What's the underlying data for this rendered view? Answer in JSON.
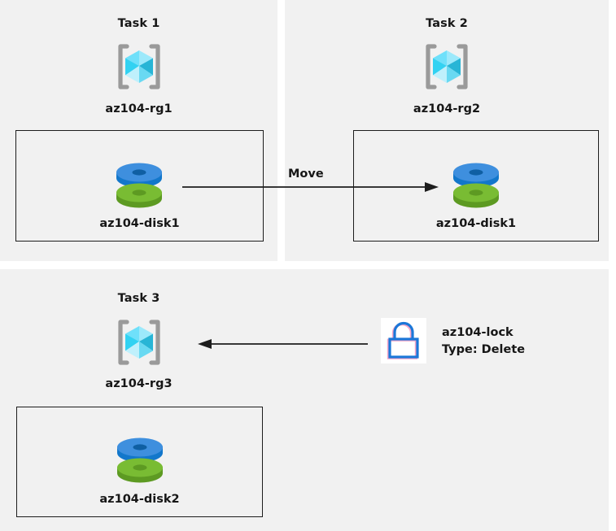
{
  "diagram": {
    "type": "azure-resource-diagram",
    "background_color": "#ffffff",
    "panel_color": "#f1f1f1",
    "accent_colors": {
      "cube_light": "#9CE9FB",
      "cube_mid": "#32D2F2",
      "cube_dark": "#28B5D6",
      "bracket_gray": "#9A9A9A",
      "disk_blue_top": "#3E8FDE",
      "disk_blue_side": "#1277CB",
      "disk_green_top": "#79BC33",
      "disk_green_side": "#5D9A22",
      "lock_blue": "#1B77D8",
      "lock_pink": "#F4A6C8",
      "stroke": "#1d1d1d"
    }
  },
  "panels": [
    {
      "id": "task1",
      "title": "Task 1",
      "resource_group": {
        "label": "az104-rg1",
        "icon": "resource-group-icon"
      },
      "resource": {
        "label": "az104-disk1",
        "icon": "managed-disk-icon"
      }
    },
    {
      "id": "task2",
      "title": "Task 2",
      "resource_group": {
        "label": "az104-rg2",
        "icon": "resource-group-icon"
      },
      "resource": {
        "label": "az104-disk1",
        "icon": "managed-disk-icon"
      }
    },
    {
      "id": "task3",
      "title": "Task 3",
      "resource_group": {
        "label": "az104-rg3",
        "icon": "resource-group-icon"
      },
      "resource": {
        "label": "az104-disk2",
        "icon": "managed-disk-icon"
      }
    }
  ],
  "connectors": [
    {
      "id": "move-arrow",
      "label": "Move",
      "direction": "right",
      "from": "az104-disk1 (az104-rg1)",
      "to": "az104-disk1 (az104-rg2)"
    },
    {
      "id": "lock-arrow",
      "label": "",
      "direction": "left",
      "from": "az104-lock",
      "to": "az104-rg3"
    }
  ],
  "lock": {
    "icon": "lock-icon",
    "name": "az104-lock",
    "type_line": "Type: Delete"
  }
}
